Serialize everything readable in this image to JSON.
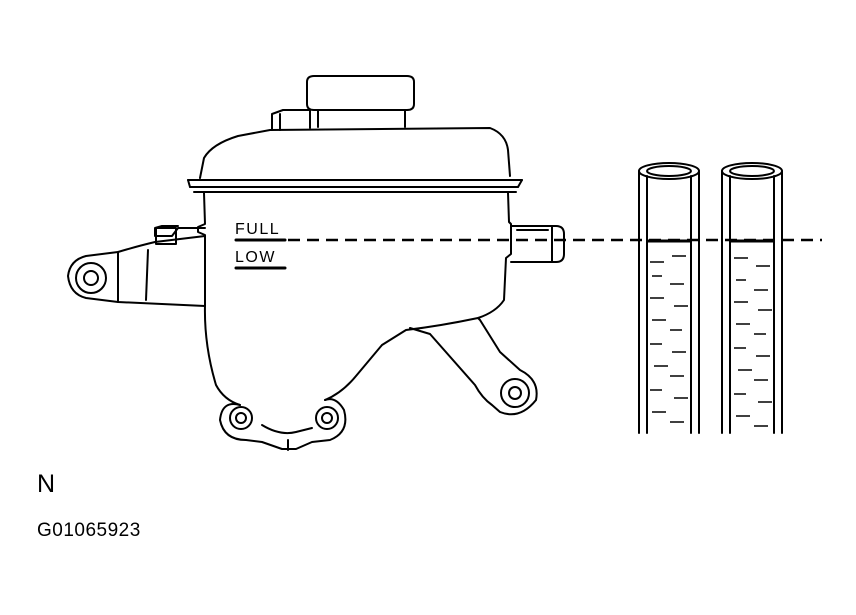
{
  "diagram": {
    "full_label": "FULL",
    "low_label": "LOW",
    "view_label": "N",
    "figure_id": "G01065923"
  },
  "colors": {
    "line": "#000000",
    "background": "#ffffff"
  }
}
